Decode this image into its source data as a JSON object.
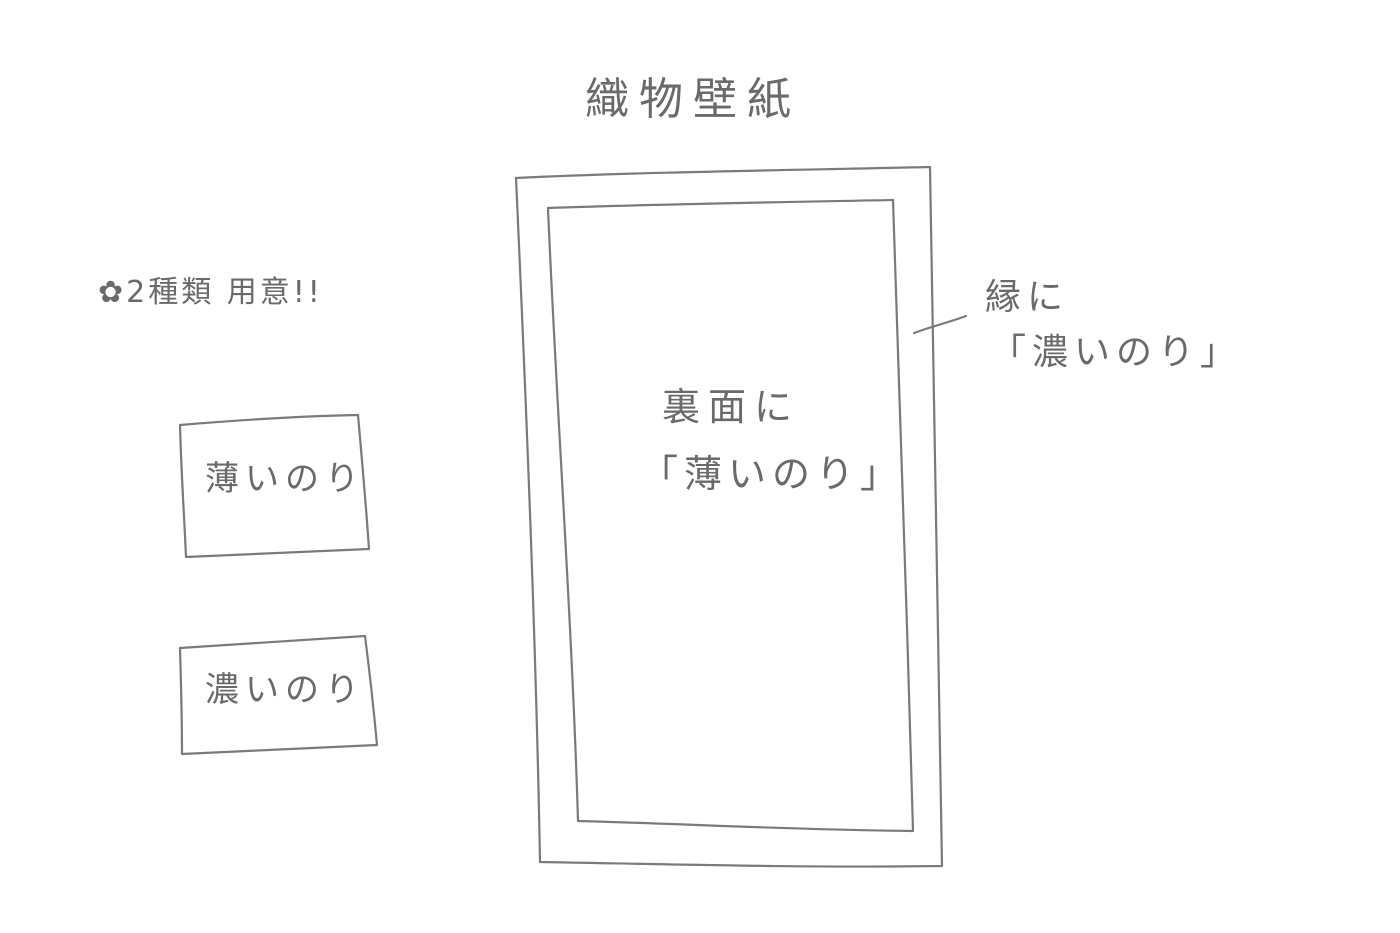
{
  "title": "織物壁紙",
  "note": "✿2種類 用意!!",
  "boxes": [
    {
      "label": "薄いのり"
    },
    {
      "label": "濃いのり"
    }
  ],
  "center": {
    "line1": "裏面に",
    "line2": "「薄いのり」"
  },
  "edge": {
    "line1": "縁に",
    "line2": "「濃いのり」"
  },
  "colors": {
    "ink": "#6a6a6a",
    "paper": "#ffffff"
  }
}
